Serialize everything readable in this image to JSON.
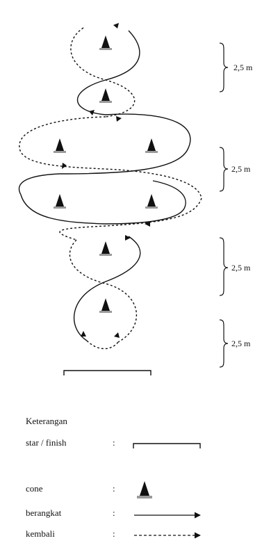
{
  "course": {
    "cones": [
      "cone",
      "cone",
      "cone",
      "cone",
      "cone",
      "cone",
      "cone",
      "cone"
    ],
    "distances": [
      "2,5 m",
      "2,5 m",
      "2,5 m",
      "2,5 m"
    ]
  },
  "legend": {
    "title": "Keterangan",
    "items": [
      {
        "label": "star / finish",
        "separator": ":",
        "symbol": "start-finish-line"
      },
      {
        "label": "cone",
        "separator": ":",
        "symbol": "cone"
      },
      {
        "label": "berangkat",
        "separator": ":",
        "symbol": "solid-arrow"
      },
      {
        "label": "kembali",
        "separator": ":",
        "symbol": "dashed-arrow"
      }
    ]
  },
  "colors": {
    "ink": "#111111",
    "cone": "#111111",
    "cone_base": "#9a9a9a"
  }
}
